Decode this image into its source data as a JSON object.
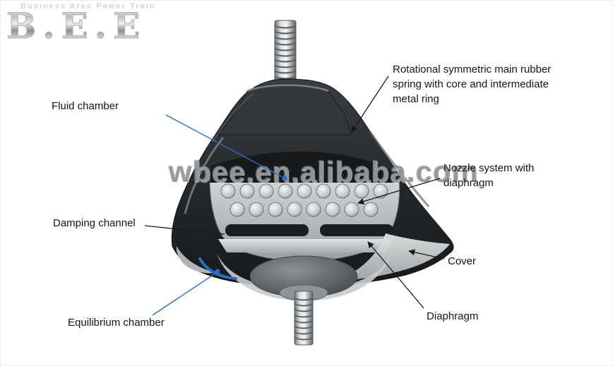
{
  "branding": {
    "tagline": "Business Area Power Train",
    "logo_text": "B.E.E"
  },
  "watermark": {
    "text": "wbee.en.alibaba.com"
  },
  "labels": {
    "fluid_chamber": "Fluid chamber",
    "rubber_spring": "Rotational symmetric main rubber spring with core and intermediate metal ring",
    "nozzle_system": "Nozzle system with diaphragm",
    "damping_channel": "Damping channel",
    "cover": "Cover",
    "diaphragm": "Diaphragm",
    "equilibrium_chamber": "Equilibrium chamber"
  },
  "colors": {
    "leader_blue": "#2e6cc9",
    "leader_black": "#1a1a1a",
    "watermark_gray": "#8a8e92",
    "rubber_dark": "#26292c",
    "metal_light": "#c3c6c8"
  }
}
